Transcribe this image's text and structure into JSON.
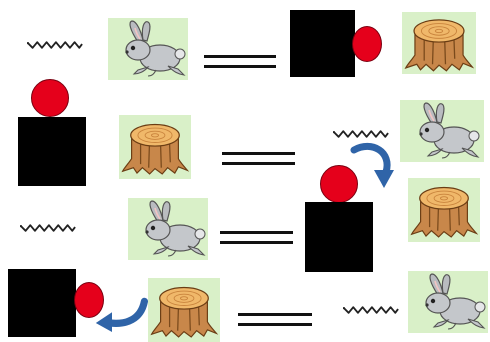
{
  "colors": {
    "tile_bg": "#d9f0c8",
    "block": "#000000",
    "ball": "#e5001b",
    "arrow": "#2f64a8",
    "squiggle": "#222222",
    "rabbit": "#b9bcc0",
    "stump": "#e0a356",
    "stump_bark": "#7a4a1c"
  },
  "icons": {
    "rabbit": "rabbit-picture",
    "stump": "tree-stump-picture",
    "block": "black-square",
    "ball": "red-circle",
    "squiggle": "zigzag-line",
    "equals": "double-line",
    "arrow": "curved-arrow"
  },
  "rows": [
    {
      "left": [
        "squiggle",
        "rabbit"
      ],
      "right": [
        "block-ball-right",
        "stump"
      ]
    },
    {
      "left": [
        "ball-on-block",
        "stump"
      ],
      "right": [
        "squiggle",
        "rabbit",
        "arrow"
      ]
    },
    {
      "left": [
        "squiggle",
        "rabbit"
      ],
      "right": [
        "ball-on-block",
        "arrow",
        "stump"
      ]
    },
    {
      "left": [
        "block-ball-right",
        "arrow",
        "stump"
      ],
      "right": [
        "squiggle",
        "rabbit"
      ]
    }
  ]
}
